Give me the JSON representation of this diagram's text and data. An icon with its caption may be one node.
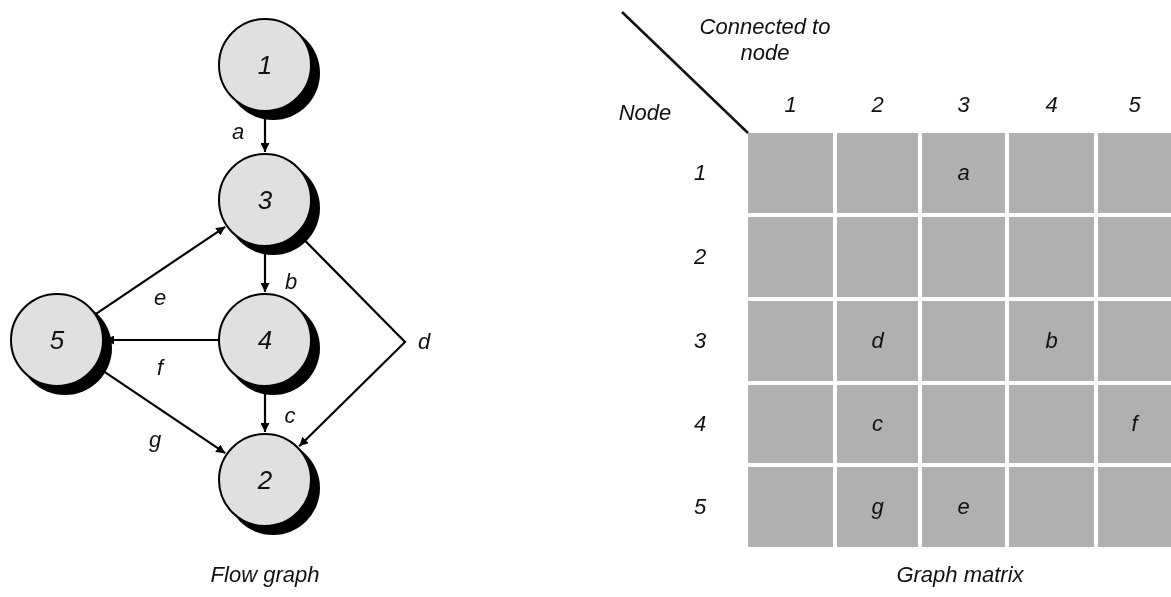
{
  "diagram": {
    "nodes": [
      {
        "text": [
          "1"
        ]
      },
      {
        "text": [
          "3"
        ]
      },
      {
        "text": [
          "5"
        ]
      },
      {
        "text": [
          "4"
        ]
      },
      {
        "text": [
          "2"
        ]
      }
    ],
    "edges": [
      {
        "from": 0,
        "to": 1,
        "arrow": "to",
        "label": "a"
      },
      {
        "from": 2,
        "to": 1,
        "arrow": "to",
        "label": "e"
      },
      {
        "from": 1,
        "to": 3,
        "arrow": "to",
        "label": "b"
      },
      {
        "from": 1,
        "to": 4,
        "arrow": "to",
        "label": "d"
      },
      {
        "from": 3,
        "to": 2,
        "arrow": "to",
        "label": "f"
      },
      {
        "from": 3,
        "to": 4,
        "arrow": "to",
        "label": "c"
      },
      {
        "from": 2,
        "to": 4,
        "arrow": "to",
        "label": "g"
      }
    ],
    "labels": [
      "Connected to node",
      "Node",
      "1",
      "2",
      "3",
      "4",
      "5",
      "1",
      "a",
      "2",
      "3",
      "d",
      "b",
      "4",
      "c",
      "f",
      "5",
      "g",
      "e",
      "Flow graph",
      "Graph matrix"
    ]
  }
}
